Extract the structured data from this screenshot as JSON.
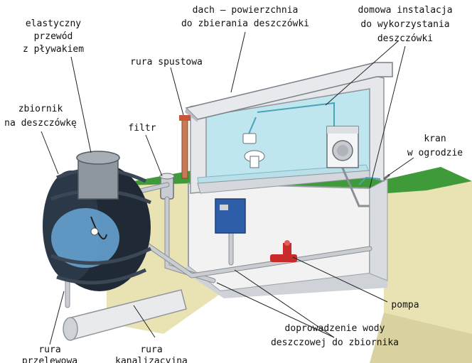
{
  "labels": {
    "hose": [
      "elastyczny",
      "przewód",
      "z pływakiem"
    ],
    "tank": [
      "zbiornik",
      "na deszczówkę"
    ],
    "roof": [
      "dach – powierzchnia",
      "do zbierania deszczówki"
    ],
    "home_install": [
      "domowa instalacja",
      "do wykorzystania",
      "deszczówki"
    ],
    "downpipe": "rura spustowa",
    "filter": "filtr",
    "garden_tap": [
      "kran",
      "w ogrodzie"
    ],
    "pump": "pompa",
    "supply": [
      "doprowadzenie wody",
      "deszczowej do zbiornika"
    ],
    "overflow": [
      "rura",
      "przelewowa"
    ],
    "sewer": [
      "rura",
      "kanalizacyjna"
    ]
  },
  "colors": {
    "ground": "#e9e3b4",
    "grass": "#3f9a3a",
    "wall": "#e6e7ea",
    "water_room": "#bfe6ee",
    "tank": "#1f2a36",
    "tank_water": "#6aa8d8",
    "heater": "#2f5ea8",
    "pump": "#c92a2a"
  },
  "icons": [
    "toilet-icon",
    "washing-machine-icon",
    "water-heater-icon",
    "pump-icon",
    "filter-icon"
  ]
}
